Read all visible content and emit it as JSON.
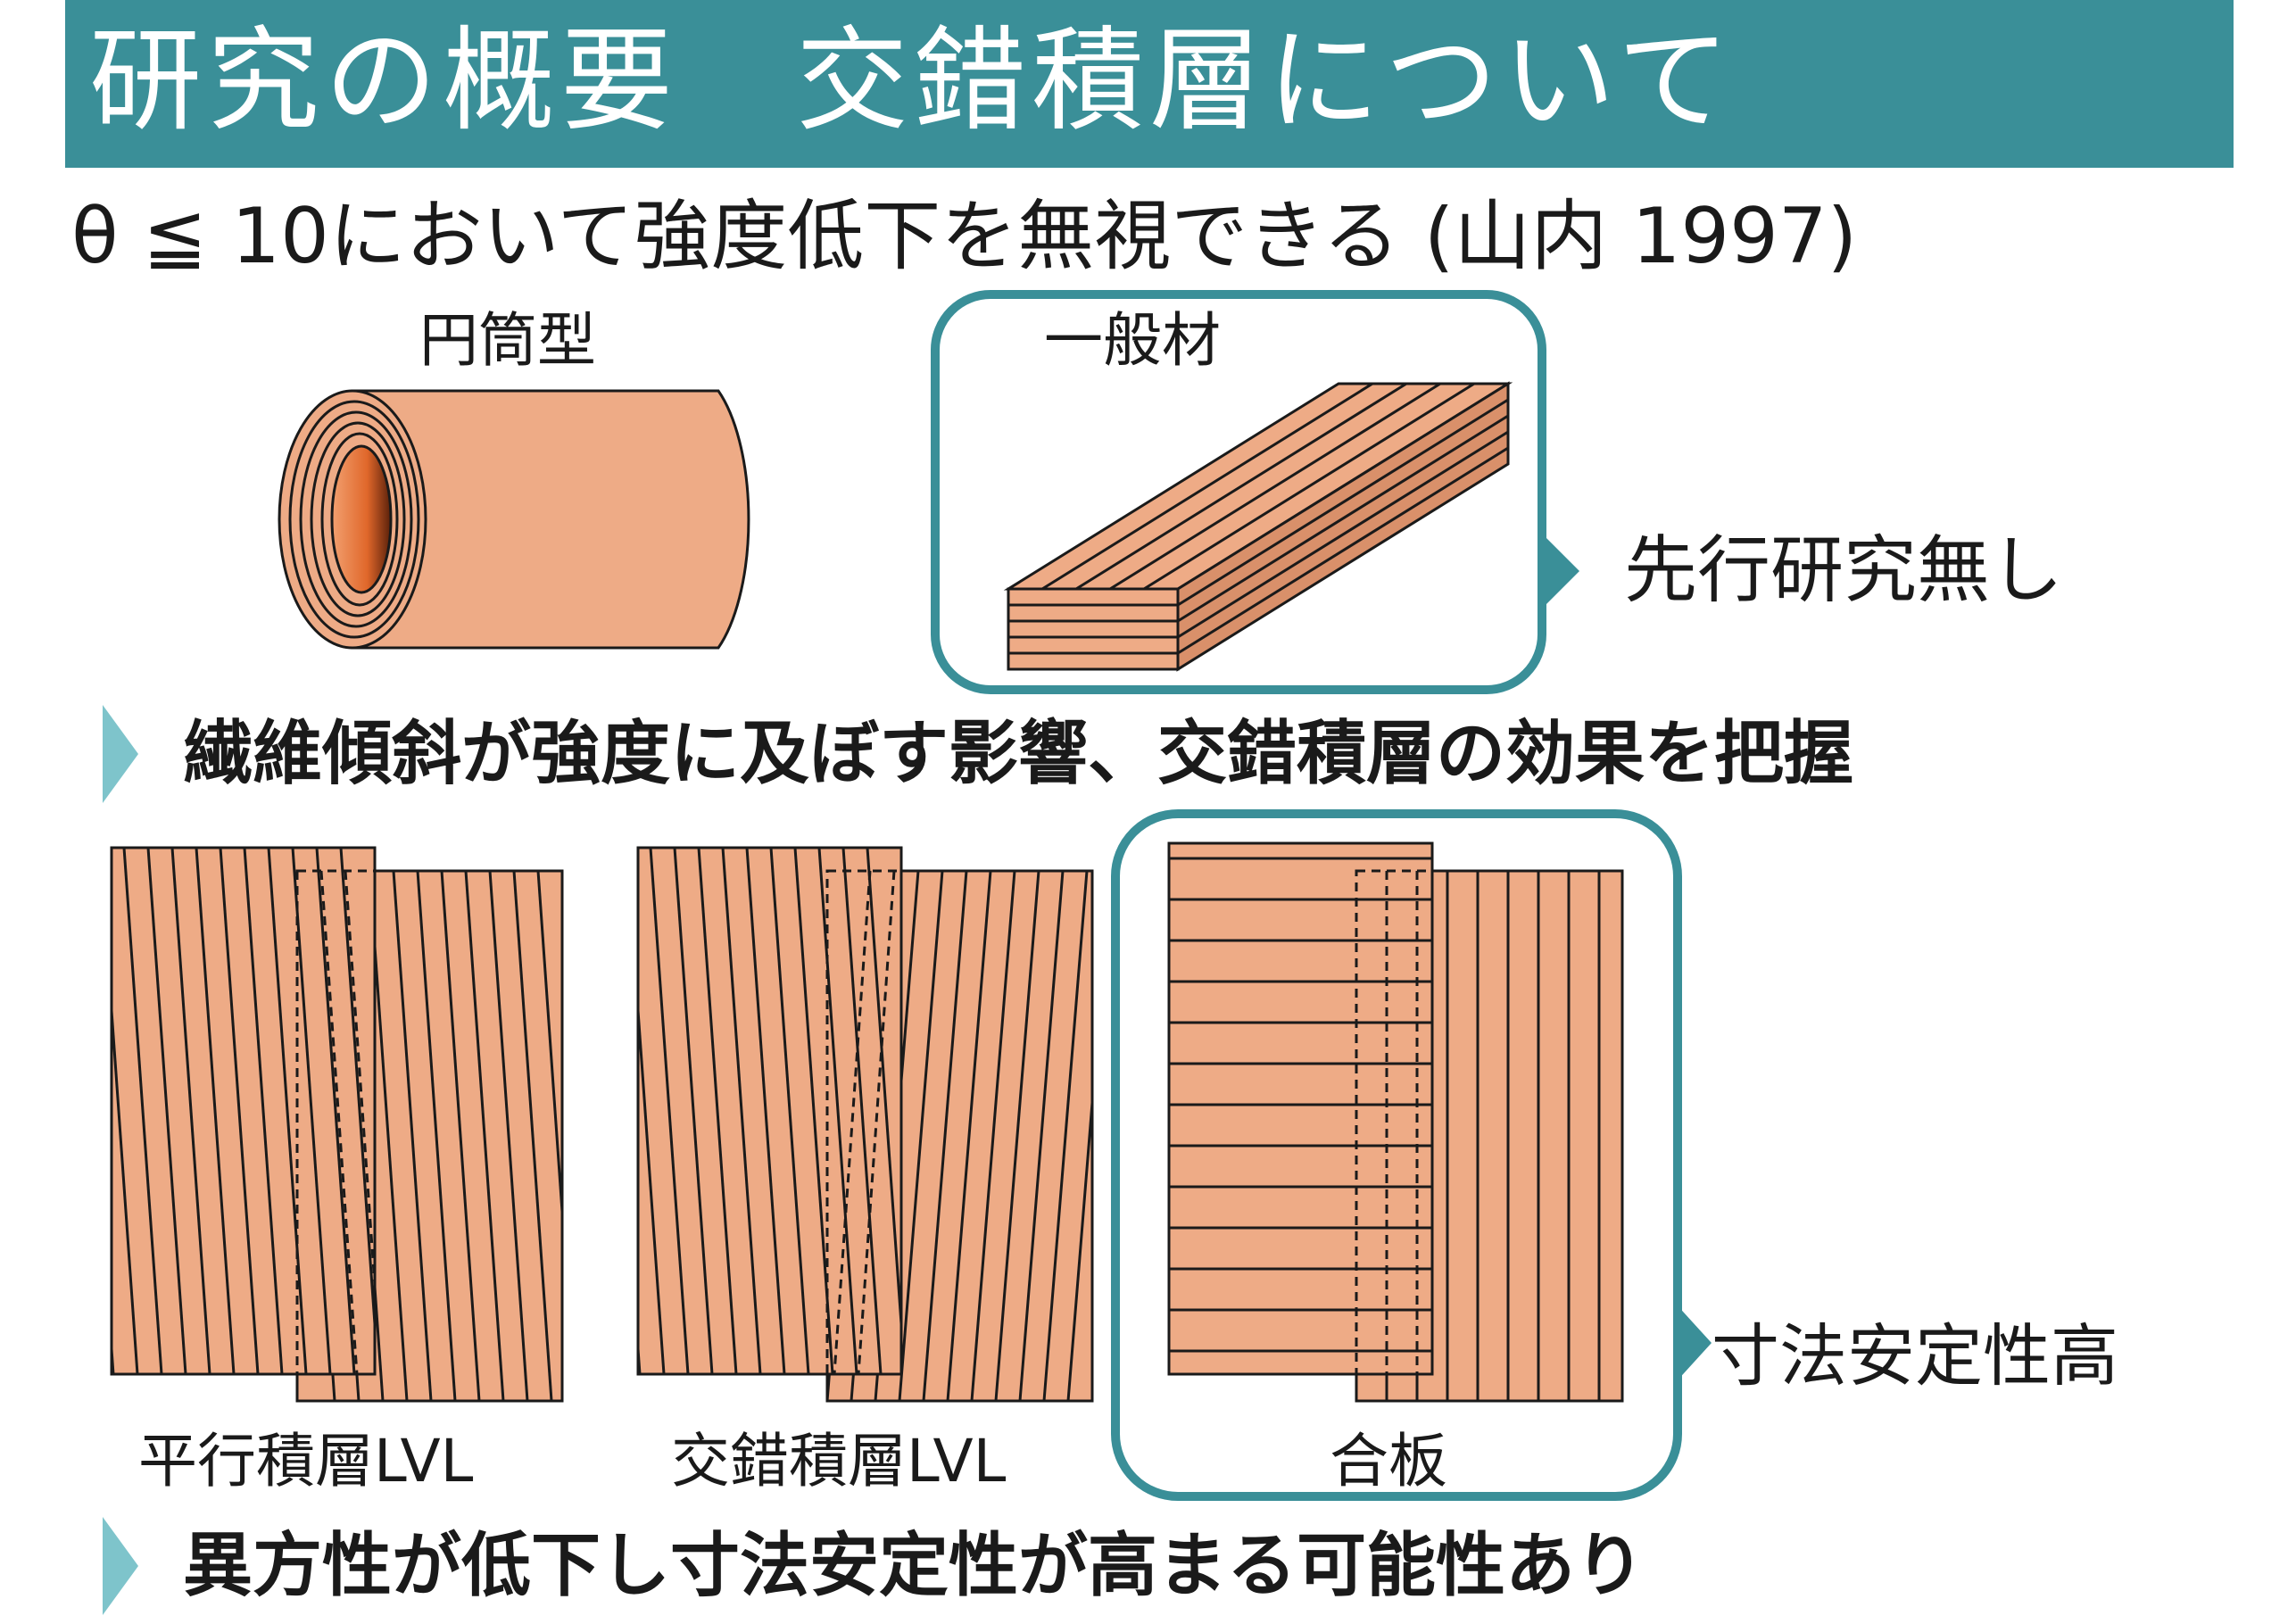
{
  "header": {
    "title": "研究の概要　交錯積層について"
  },
  "subtitle": "θ ≦ 10において強度低下を無視できる (山内 1997)",
  "top_figures": {
    "cylinder_label": "円筒型",
    "general_label": "一般材",
    "general_note": "先行研究無し"
  },
  "bullet1": "繊維傾斜が強度に及ぼす影響、交錯積層の効果を把握",
  "bottom_figures": {
    "parallel_label": "平行積層LVL",
    "cross_label": "交錯積層LVL",
    "plywood_label": "合板",
    "plywood_note": "寸法安定性高"
  },
  "bullet2": "異方性が低下し寸法安定性が高まる可能性あり",
  "colors": {
    "header_bg": "#3a8f98",
    "frame": "#3a8f98",
    "wood": "#eeab86",
    "wood_side": "#d9906a",
    "core": "#e0672a",
    "bullet": "#7ec4cb"
  },
  "icons": [
    "bullet-arrow-icon",
    "callout-pointer-icon"
  ]
}
